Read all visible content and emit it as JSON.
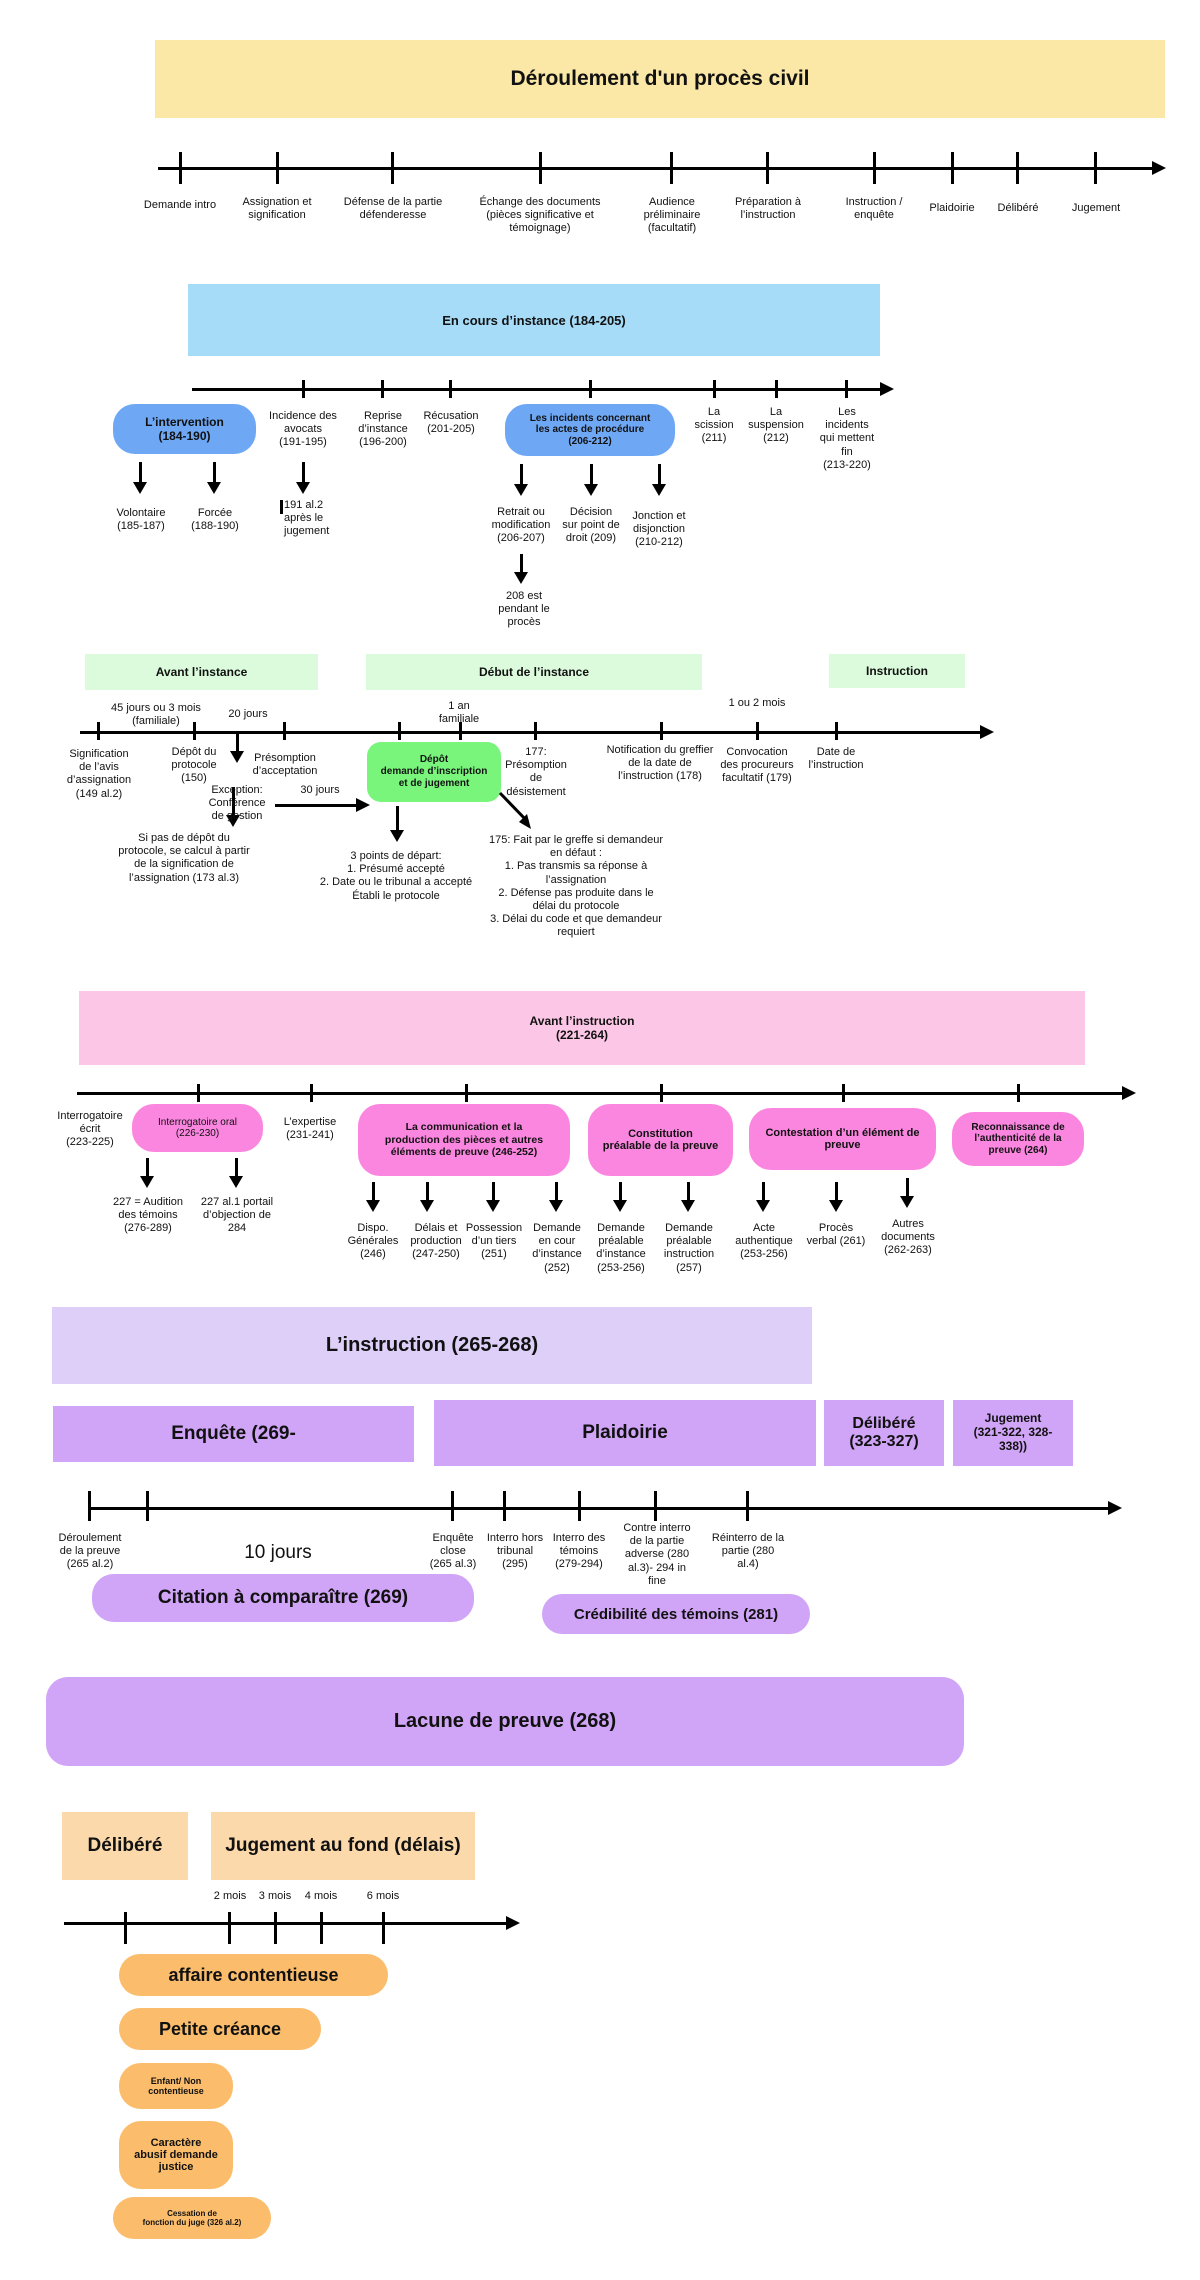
{
  "s1": {
    "title": "Déroulement d'un procès civil",
    "labels": [
      "Demande intro",
      "Assignation et\nsignification",
      "Défense de la partie\ndéfenderesse",
      "Échange des documents\n(pièces significative et\ntémoignage)",
      "Audience\npréliminaire\n(facultatif)",
      "Préparation à\nl’instruction",
      "Instruction /\nenquête",
      "Plaidoirie",
      "Délibéré",
      "Jugement"
    ]
  },
  "s2": {
    "title": "En cours d’instance (184-205)",
    "intervention": "L’intervention\n(184-190)",
    "incidents": "Les incidents concernant\nles actes de procédure\n(206-212)",
    "top_labels": [
      "Incidence des\navocats\n(191-195)",
      "Reprise\nd’instance\n(196-200)",
      "Récusation\n(201-205)",
      "La\nscission\n(211)",
      "La\nsuspension\n(212)",
      "Les\nincidents\nqui mettent\nfin\n(213-220)"
    ],
    "volontaire": "Volontaire\n(185-187)",
    "forcee": "Forcée\n(188-190)",
    "art191": "191 al.2\naprès le\njugement",
    "retrait": "Retrait ou\nmodification\n(206-207)",
    "decision": "Décision\nsur point de\ndroit (209)",
    "jonction": "Jonction et\ndisjonction\n(210-212)",
    "art208": "208 est\npendant le\nprocès"
  },
  "s3": {
    "avant": "Avant l’instance",
    "debut": "Début de l’instance",
    "instruction": "Instruction",
    "t45": "45 jours ou 3 mois\n(familiale)",
    "t20": "20 jours",
    "t1an": "1 an\nfamiliale",
    "t12": "1 ou 2 mois",
    "signification": "Signification\nde l’avis\nd’assignation\n(149 al.2)",
    "depot_protocole": "Dépôt du\nprotocole\n(150)",
    "presomption": "Présomption\nd’acceptation",
    "exception": "Exception:\nConférence\nde gestion",
    "t30": "30 jours",
    "depot_box": "Dépôt\ndemande d’inscription\net de jugement",
    "art177": "177:\nPrésomption\nde\ndésistement",
    "notification": "Notification du greffier\nde la date de\nl’instruction (178)",
    "convocation": "Convocation\ndes procureurs\nfacultatif (179)",
    "date_instruction": "Date de\nl’instruction",
    "si_pas": "Si pas de dépôt du\nprotocole, se calcul à partir\nde la signification de\nl’assignation (173 al.3)",
    "points_depart": "3 points de départ:\n1. Présumé accepté\n2. Date ou le tribunal a accepté\nÉtabli le protocole",
    "art175": "175: Fait par le greffe si demandeur\nen défaut :\n1. Pas transmis sa réponse à\nl’assignation\n2. Défense pas produite dans le\ndélai du protocole\n3. Délai du code et que demandeur\nrequiert"
  },
  "s4": {
    "title": "Avant l’instruction\n(221-264)",
    "interrogatoire_ecrit": "Interrogatoire\nécrit\n(223-225)",
    "interrogatoire_oral": "Interrogatoire oral\n(226-230)",
    "expertise": "L’expertise\n(231-241)",
    "communication": "La communication et la\nproduction des pièces et autres\néléments de preuve (246-252)",
    "constitution": "Constitution\npréalable de la preuve",
    "contestation": "Contestation d’un élément de\npreuve",
    "reconnaissance": "Reconnaissance de\nl’authenticité de la\npreuve (264)",
    "art227": "227 = Audition\ndes témoins\n(276-289)",
    "art227b": "227 al.1 portail\nd’objection de\n284",
    "sub": [
      "Dispo.\nGénérales\n(246)",
      "Délais et\nproduction\n(247-250)",
      "Possession\nd’un tiers\n(251)",
      "Demande\nen cour\nd’instance\n(252)",
      "Demande\npréalable\nd’instance\n(253-256)",
      "Demande\npréalable\ninstruction\n(257)",
      "Acte\nauthentique\n(253-256)",
      "Procès\nverbal (261)",
      "Autres\ndocuments\n(262-263)"
    ]
  },
  "s5": {
    "title": "L’instruction (265-268)",
    "enquete": "Enquête (269-",
    "plaidoirie": "Plaidoirie",
    "delibere": "Délibéré\n(323-327)",
    "jugement": "Jugement\n(321-322, 328-\n338))",
    "deroulement": "Déroulement\nde la preuve\n(265 al.2)",
    "dix_jours": "10 jours",
    "enquete_close": "Enquête\nclose\n(265 al.3)",
    "interro_hors": "Interro hors\ntribunal\n(295)",
    "interro_temoins": "Interro des\ntémoins\n(279-294)",
    "contre_interro": "Contre interro\nde la partie\nadverse (280\nal.3)- 294 in\nfine",
    "reinterro": "Réinterro de la\npartie (280\nal.4)",
    "citation": "Citation à comparaître (269)",
    "credibilite": "Crédibilité des témoins (281)",
    "lacune": "Lacune de preuve (268)"
  },
  "s6": {
    "delibere": "Délibéré",
    "jugement": "Jugement au fond (délais)",
    "ticks": [
      "2 mois",
      "3 mois",
      "4 mois",
      "6 mois"
    ],
    "affaire": "affaire contentieuse",
    "petite": "Petite créance",
    "enfant": "Enfant/ Non\ncontentieuse",
    "caractere": "Caractère\nabusif demande\njustice",
    "cessation": "Cessation de\nfonction du juge (326 al.2)"
  },
  "colors": {
    "yellow": "#fbe7a6",
    "sky": "#a6dcf8",
    "blue": "#6ea8f5",
    "mint": "#dcfbdc",
    "green": "#78f57a",
    "pink_light": "#fcc6e6",
    "pink": "#fb86e0",
    "lavender": "#ddcff8",
    "purple": "#d0a4f6",
    "purple_mid": "#c9a0f5",
    "peach": "#fcd9aa",
    "orange": "#fbbd6c"
  }
}
